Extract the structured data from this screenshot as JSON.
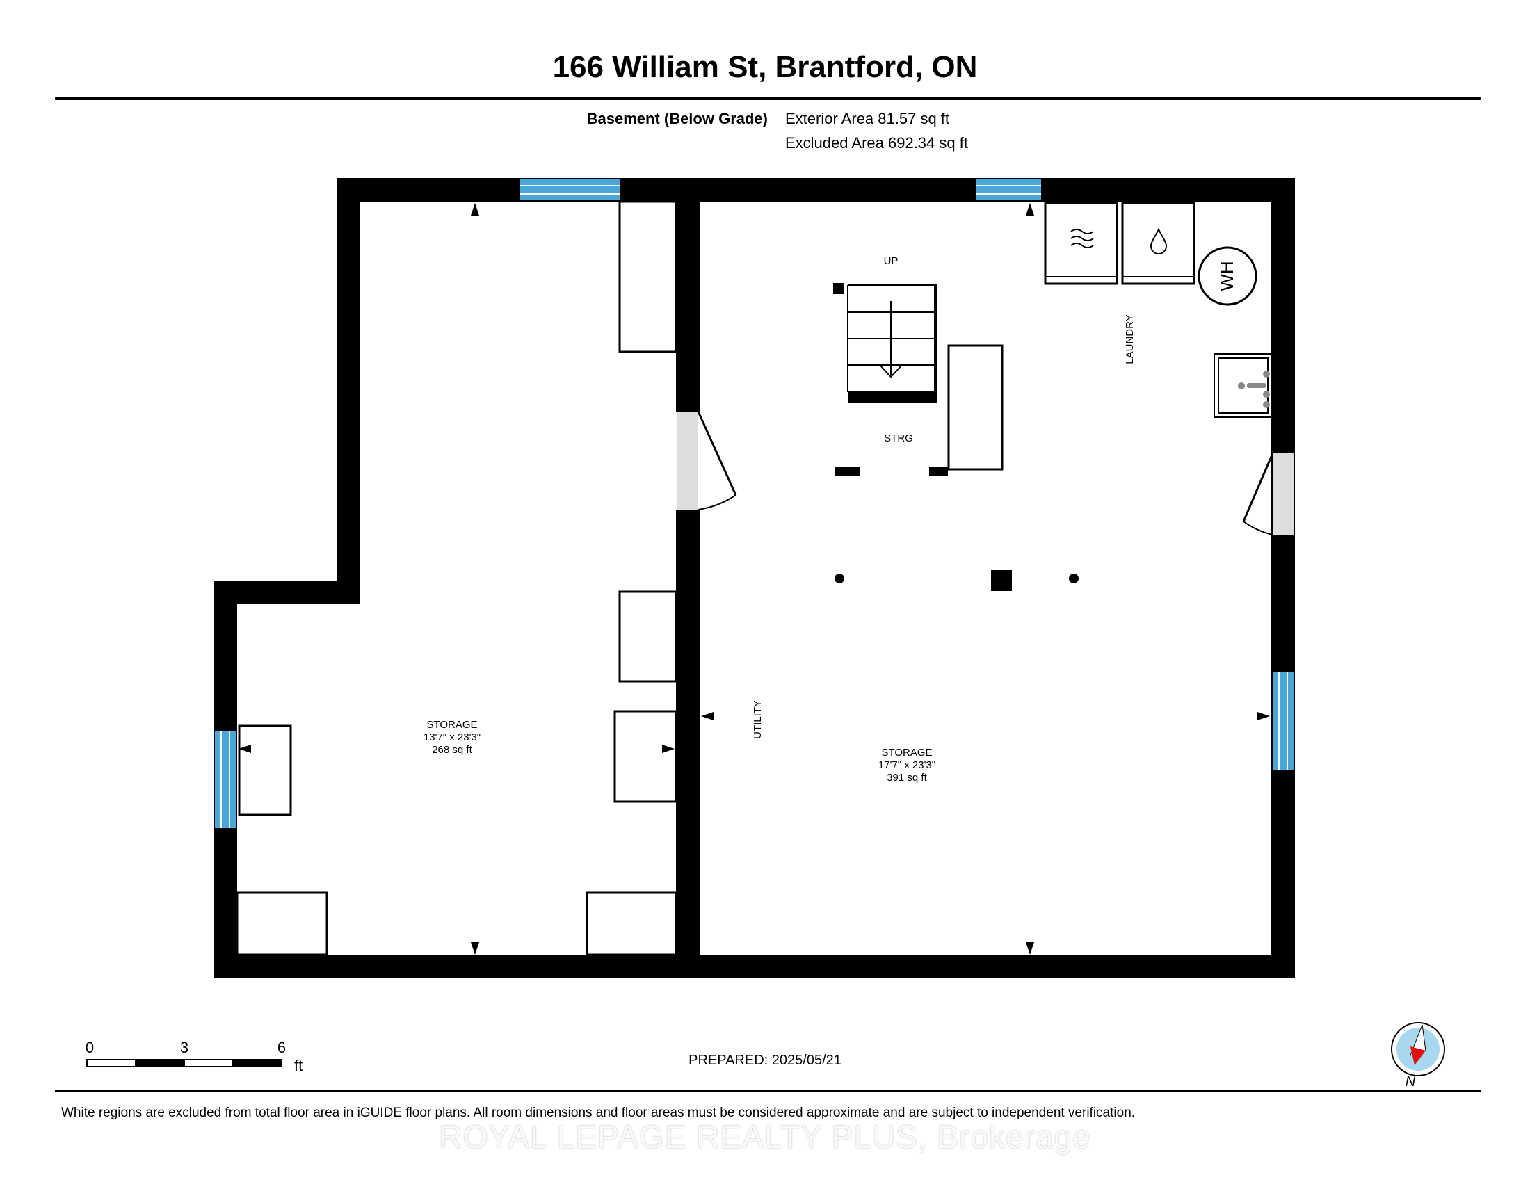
{
  "header": {
    "title": "166 William St, Brantford, ON"
  },
  "level": {
    "name": "Basement (Below Grade)",
    "exterior_area": "Exterior Area 81.57 sq ft",
    "excluded_area": "Excluded Area 692.34 sq ft"
  },
  "rooms": {
    "storage_west": {
      "name": "STORAGE",
      "dims": "13'7\" x 23'3\"",
      "area": "268 sq ft"
    },
    "storage_east": {
      "name": "STORAGE",
      "dims": "17'7\" x 23'3\"",
      "area": "391 sq ft"
    },
    "laundry": {
      "name": "LAUNDRY"
    },
    "utility": {
      "name": "UTILITY"
    },
    "strg": {
      "name": "STRG"
    },
    "stairs": {
      "label": "UP"
    },
    "water_heater": {
      "label": "WH"
    }
  },
  "scale_bar": {
    "ticks": [
      "0",
      "3",
      "6"
    ],
    "unit": "ft"
  },
  "footer": {
    "prepared": "PREPARED: 2025/05/21",
    "disclaimer": "White regions are excluded from total floor area in iGUIDE floor plans. All room dimensions and floor areas must be considered approximate and are subject to independent verification.",
    "watermark": "ROYAL LEPAGE REALTY PLUS, Brokerage"
  },
  "compass": {
    "label": "N"
  },
  "colors": {
    "wall": "#000000",
    "window": "#4aa6d8",
    "door_opening": "#dddddd",
    "compass_bg": "#a8d8f0",
    "compass_needle": "#e01010"
  }
}
